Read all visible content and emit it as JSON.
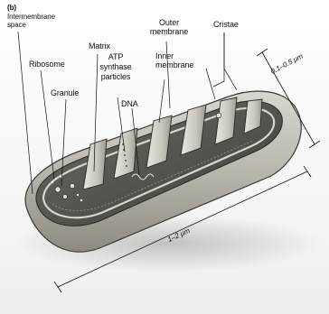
{
  "figure": {
    "panel_label": "(b)",
    "labels": {
      "intermembrane_space": "Intermembrane space",
      "ribosome": "Ribosome",
      "granule": "Granule",
      "matrix": "Matrix",
      "atp_synthase": "ATP synthase particles",
      "dna": "DNA",
      "outer_membrane": "Outer membrane",
      "inner_membrane": "Inner membrane",
      "cristae": "Cristae"
    },
    "dimensions": {
      "width": "0.1–0.5 μm",
      "length": "1–2 μm"
    }
  }
}
